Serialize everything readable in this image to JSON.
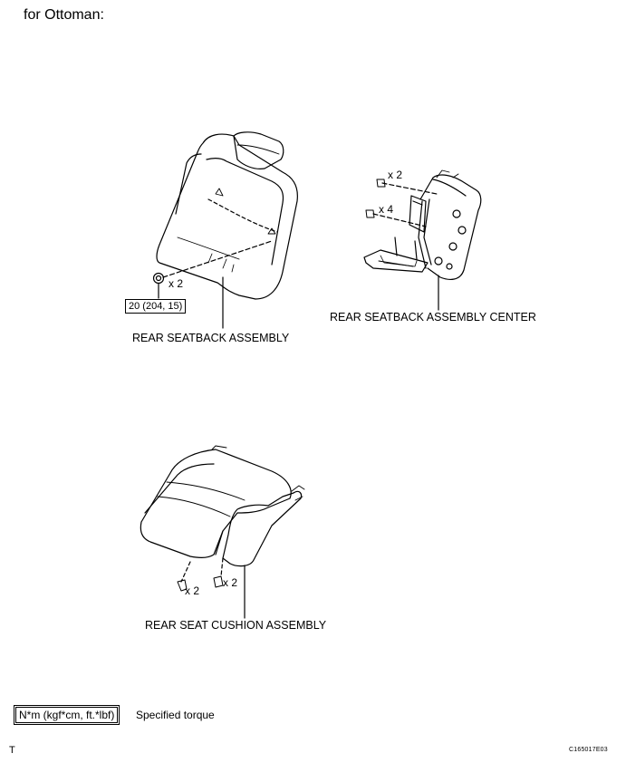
{
  "page": {
    "title": "for Ottoman:",
    "corner_mark": "T",
    "figure_code": "C165017E03"
  },
  "parts": {
    "rear_seatback": {
      "label": "REAR SEATBACK ASSEMBLY",
      "fastener_qty": "x 2",
      "torque": "20 (204, 15)"
    },
    "seatback_center": {
      "label": "REAR SEATBACK ASSEMBLY CENTER",
      "fastener_qty_top": "x 2",
      "fastener_qty_bottom": "x 4"
    },
    "seat_cushion": {
      "label": "REAR SEAT CUSHION ASSEMBLY",
      "fastener_qty_left": "x 2",
      "fastener_qty_right": "x 2"
    }
  },
  "legend": {
    "symbol": "N*m (kgf*cm, ft.*lbf)",
    "description": "Specified torque"
  }
}
